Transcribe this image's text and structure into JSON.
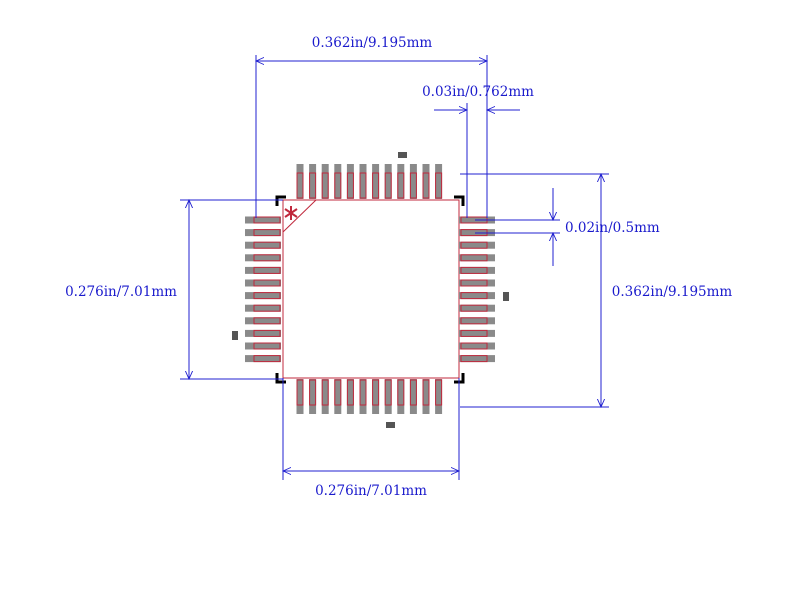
{
  "footprint": {
    "pins_per_side": 12,
    "colors": {
      "background": "#ffffff",
      "pin_fill": "#8a8a8a",
      "pin_outline": "#c0283c",
      "body_fill": "#ffffff",
      "corner_marks": "#000000",
      "pin1_marker": "#c0283c",
      "dimension": "#2020d0",
      "dimension_text": "#1a1acc",
      "fiducial": "#555555"
    },
    "pin1_marker_glyph": "*"
  },
  "dimensions": {
    "top_overall_width": "0.362in/9.195mm",
    "pin_width": "0.03in/0.762mm",
    "pin_pitch": "0.02in/0.5mm",
    "left_body_height": "0.276in/7.01mm",
    "right_overall_height": "0.362in/9.195mm",
    "bottom_body_width": "0.276in/7.01mm"
  }
}
